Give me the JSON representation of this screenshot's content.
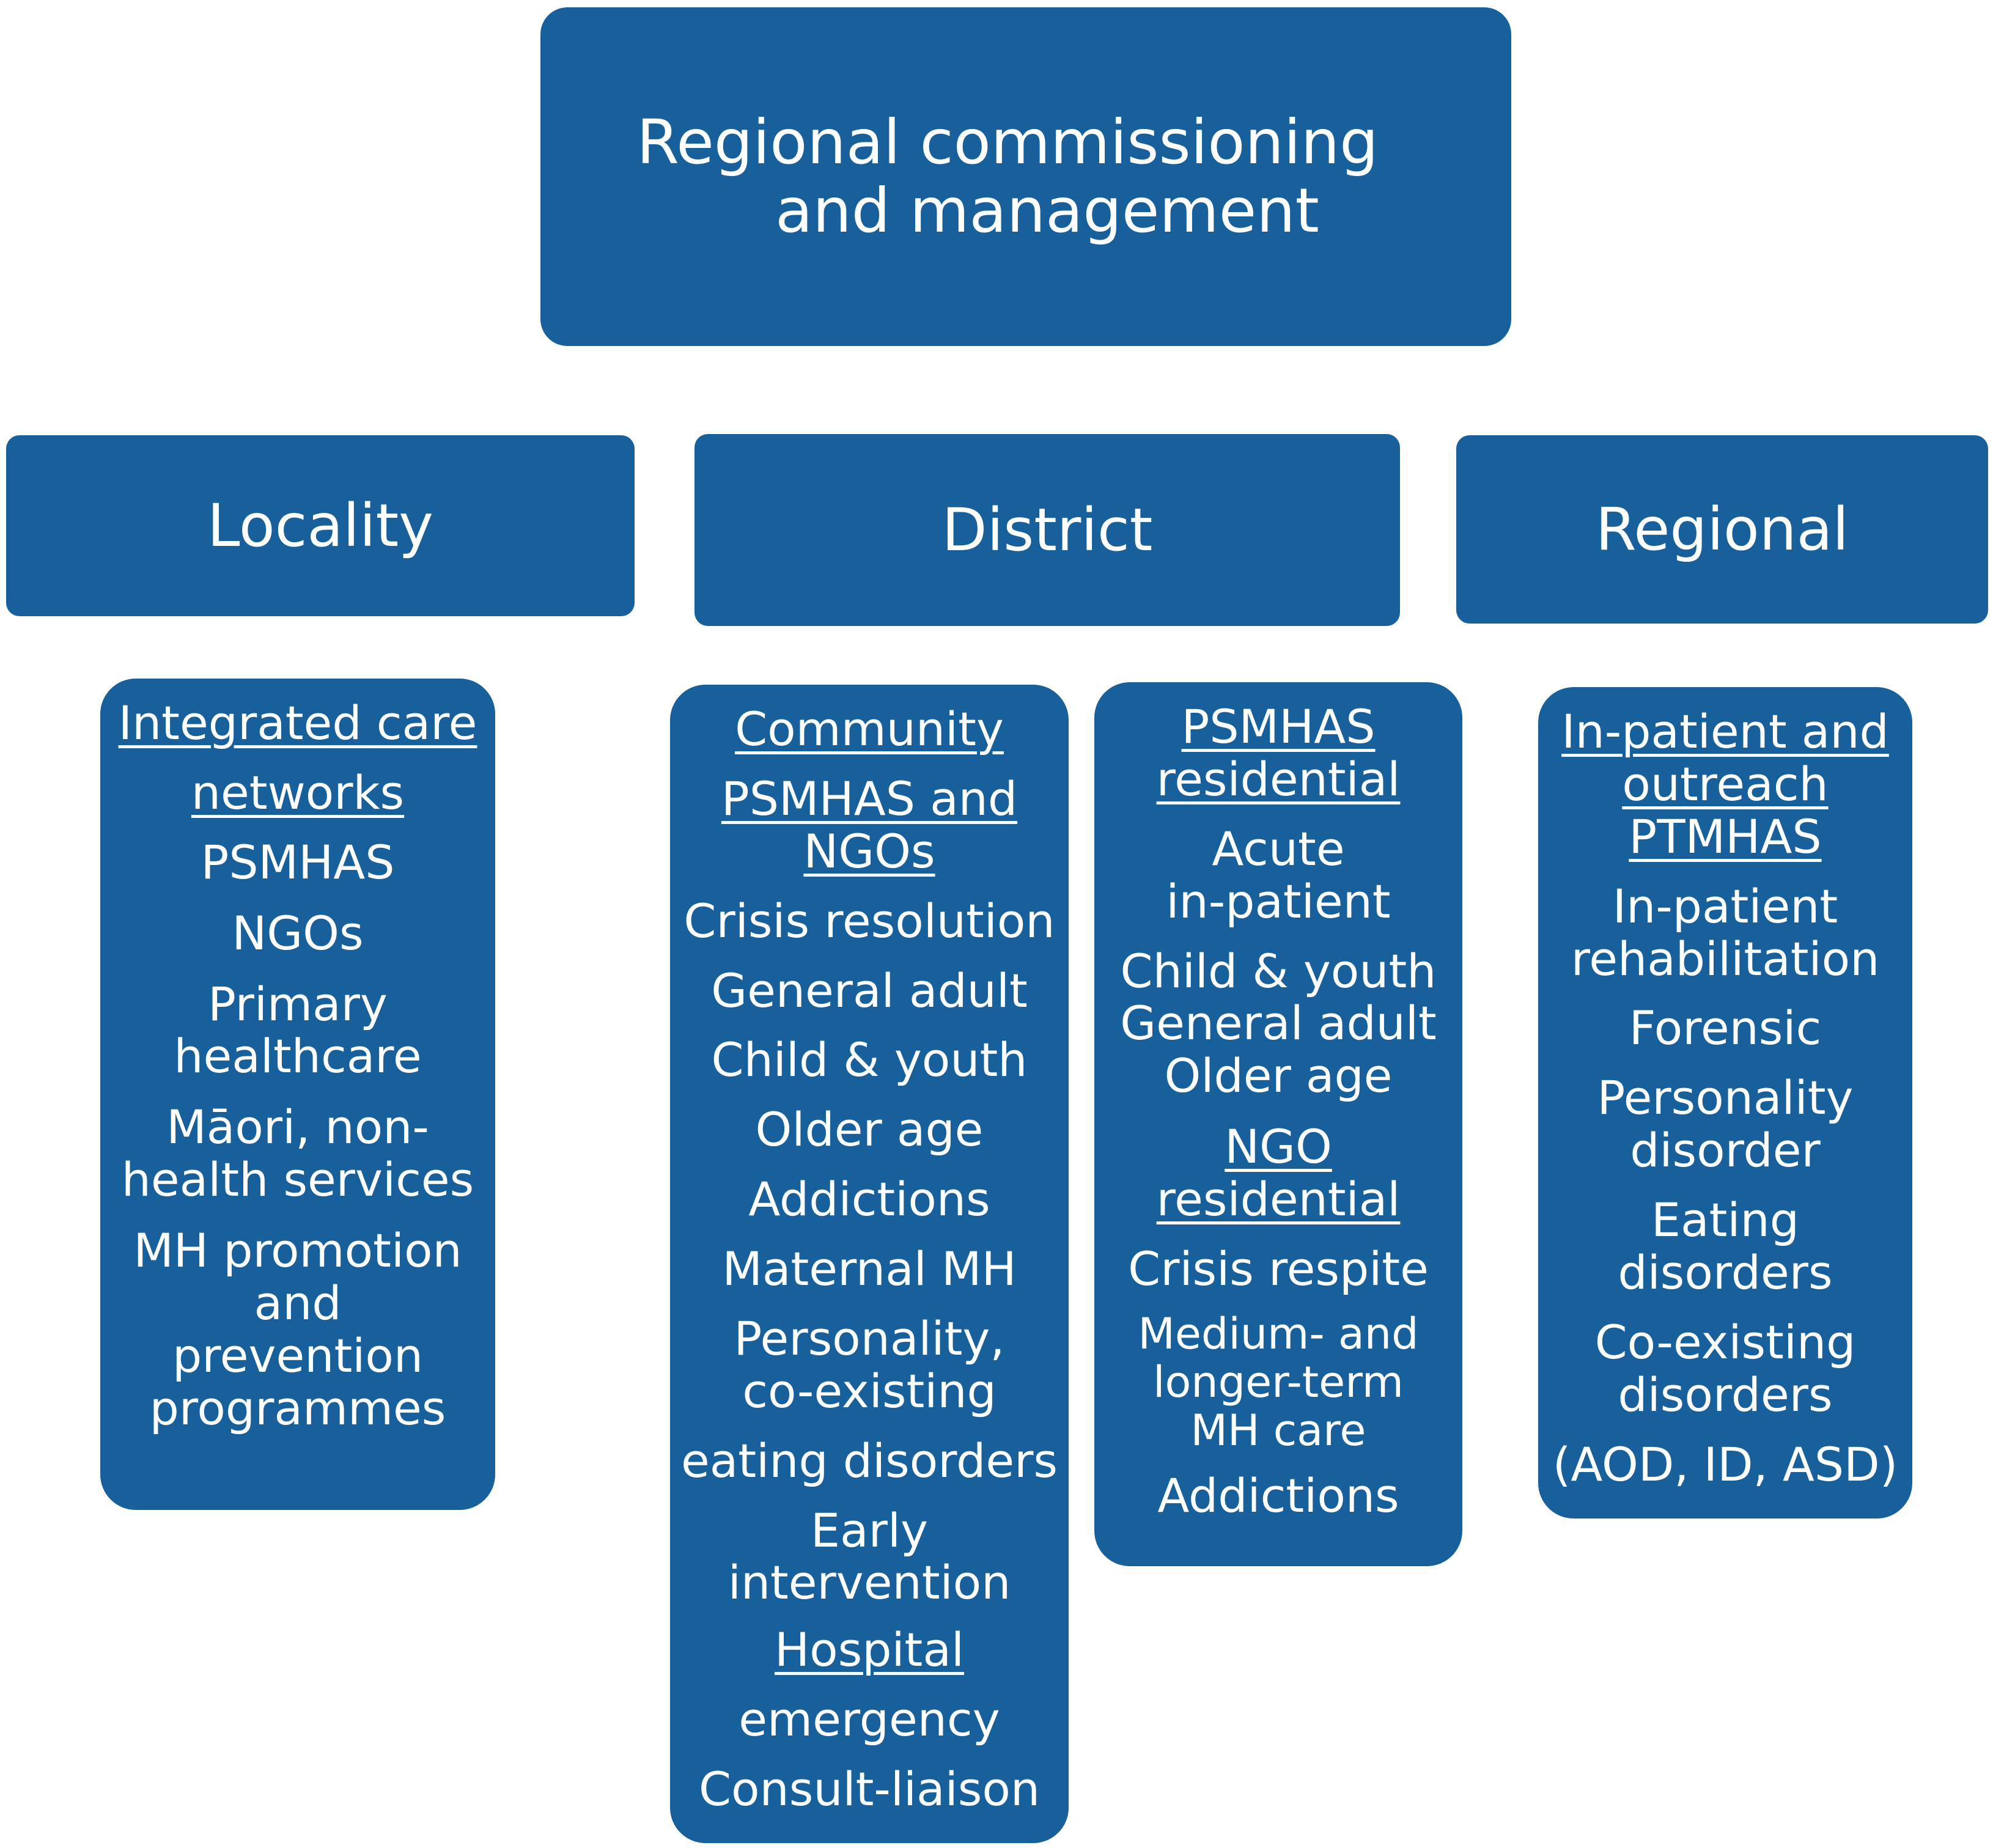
{
  "top": {
    "line1": "Regional commissioning",
    "line2": "and management"
  },
  "tiers": {
    "locality": "Locality",
    "district": "District",
    "regional": "Regional"
  },
  "locality_col": {
    "heading_line1": "Integrated care",
    "heading_line2": "networks",
    "items": [
      "PSMHAS",
      "NGOs",
      "Primary\nhealthcare",
      "Māori, non-\nhealth services",
      "MH promotion and\nprevention\nprogrammes"
    ]
  },
  "community_col": {
    "heading_line1": "Community",
    "heading_line2": "PSMHAS and",
    "heading_line3": "NGOs",
    "items": [
      "Crisis resolution",
      "General adult",
      "Child & youth",
      "Older age",
      "Addictions",
      "Maternal MH",
      "Personality,\nco-existing",
      "eating disorders",
      "Early\nintervention"
    ],
    "hospital_heading": "Hospital",
    "hospital_items": [
      "emergency",
      "Consult-liaison"
    ]
  },
  "residential_col": {
    "heading_line1": "PSMHAS",
    "heading_line2": "residential",
    "items": [
      "Acute\nin-patient",
      "Child & youth\nGeneral adult\nOlder age"
    ],
    "ngo_heading_line1": "NGO",
    "ngo_heading_line2": "residential",
    "ngo_items": [
      "Crisis respite",
      "Medium- and\nlonger-term\nMH care",
      "Addictions"
    ]
  },
  "regional_col": {
    "heading_line1": "In-patient and",
    "heading_line2": "outreach",
    "heading_line3": "PTMHAS",
    "items": [
      "In-patient\nrehabilitation",
      "Forensic",
      "Personality\ndisorder",
      "Eating disorders",
      "Co-existing\ndisorders",
      "(AOD, ID, ASD)"
    ]
  }
}
